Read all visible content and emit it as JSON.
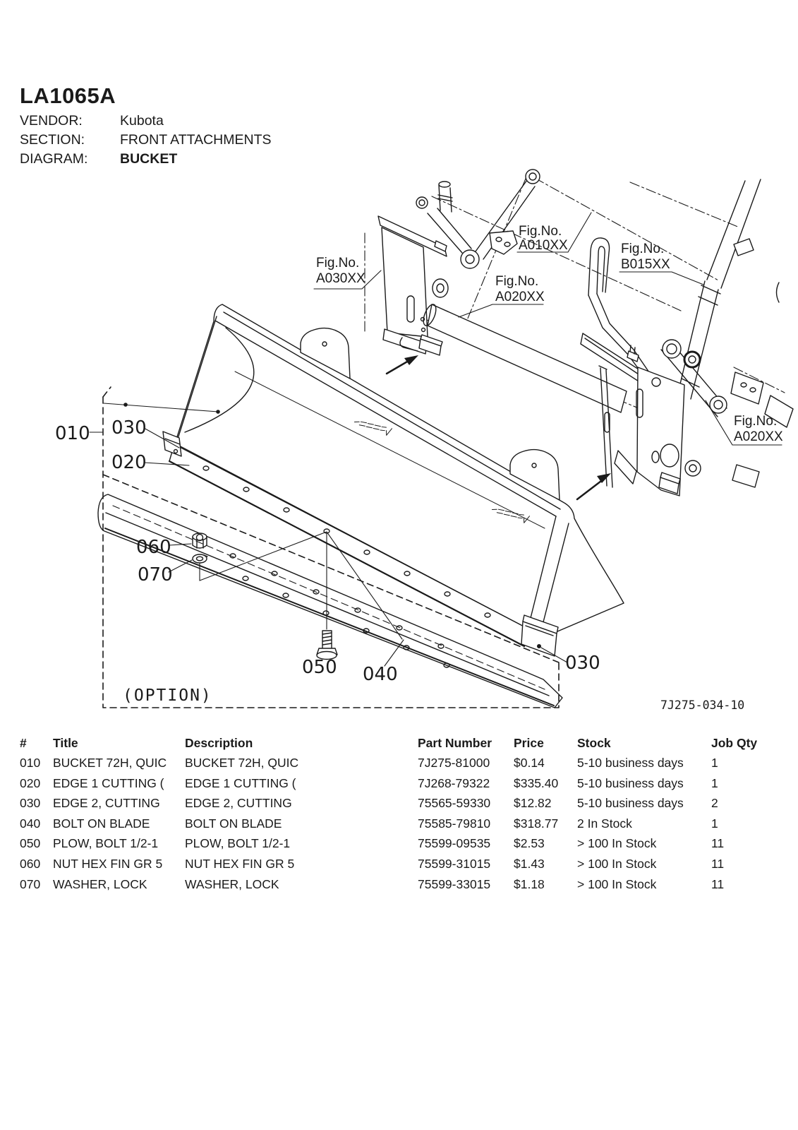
{
  "header": {
    "part_code": "LA1065A",
    "vendor_label": "VENDOR:",
    "vendor": "Kubota",
    "section_label": "SECTION:",
    "section": "FRONT ATTACHMENTS",
    "diagram_label": "DIAGRAM:",
    "diagram": "BUCKET"
  },
  "diagram": {
    "fig_labels": [
      {
        "prefix": "Fig.No.",
        "code": "A030XX"
      },
      {
        "prefix": "Fig.No.",
        "code": "A010XX"
      },
      {
        "prefix": "Fig.No.",
        "code": "A020XX"
      },
      {
        "prefix": "Fig.No.",
        "code": "B015XX"
      },
      {
        "prefix": "Fig.No.",
        "code": "A020XX"
      }
    ],
    "callouts": {
      "c010": "010",
      "c020": "020",
      "c030": "030",
      "c040": "040",
      "c050": "050",
      "c060": "060",
      "c070": "070",
      "c030_right": "030"
    },
    "option_label": "(OPTION)",
    "drawing_number": "7J275-034-10",
    "ink_color": "#1a1a1a"
  },
  "parts": {
    "columns": [
      "#",
      "Title",
      "Description",
      "Part Number",
      "Price",
      "Stock",
      "Job Qty"
    ],
    "rows": [
      {
        "num": "010",
        "title": "BUCKET 72H, QUIC",
        "description": "BUCKET 72H, QUIC",
        "part_number": "7J275-81000",
        "price": "$0.14",
        "stock": "5-10 business days",
        "job_qty": "1"
      },
      {
        "num": "020",
        "title": "EDGE 1 CUTTING (",
        "description": "EDGE 1 CUTTING (",
        "part_number": "7J268-79322",
        "price": "$335.40",
        "stock": "5-10 business days",
        "job_qty": "1"
      },
      {
        "num": "030",
        "title": "EDGE 2, CUTTING",
        "description": "EDGE 2, CUTTING",
        "part_number": "75565-59330",
        "price": "$12.82",
        "stock": "5-10 business days",
        "job_qty": "2"
      },
      {
        "num": "040",
        "title": "BOLT ON BLADE",
        "description": "BOLT ON BLADE",
        "part_number": "75585-79810",
        "price": "$318.77",
        "stock": "2 In Stock",
        "job_qty": "1"
      },
      {
        "num": "050",
        "title": "PLOW, BOLT 1/2-1",
        "description": "PLOW, BOLT 1/2-1",
        "part_number": "75599-09535",
        "price": "$2.53",
        "stock": "> 100 In Stock",
        "job_qty": "11"
      },
      {
        "num": "060",
        "title": "NUT HEX FIN GR 5",
        "description": "NUT HEX FIN GR 5",
        "part_number": "75599-31015",
        "price": "$1.43",
        "stock": "> 100 In Stock",
        "job_qty": "11"
      },
      {
        "num": "070",
        "title": "WASHER, LOCK",
        "description": "WASHER, LOCK",
        "part_number": "75599-33015",
        "price": "$1.18",
        "stock": "> 100 In Stock",
        "job_qty": "11"
      }
    ]
  }
}
